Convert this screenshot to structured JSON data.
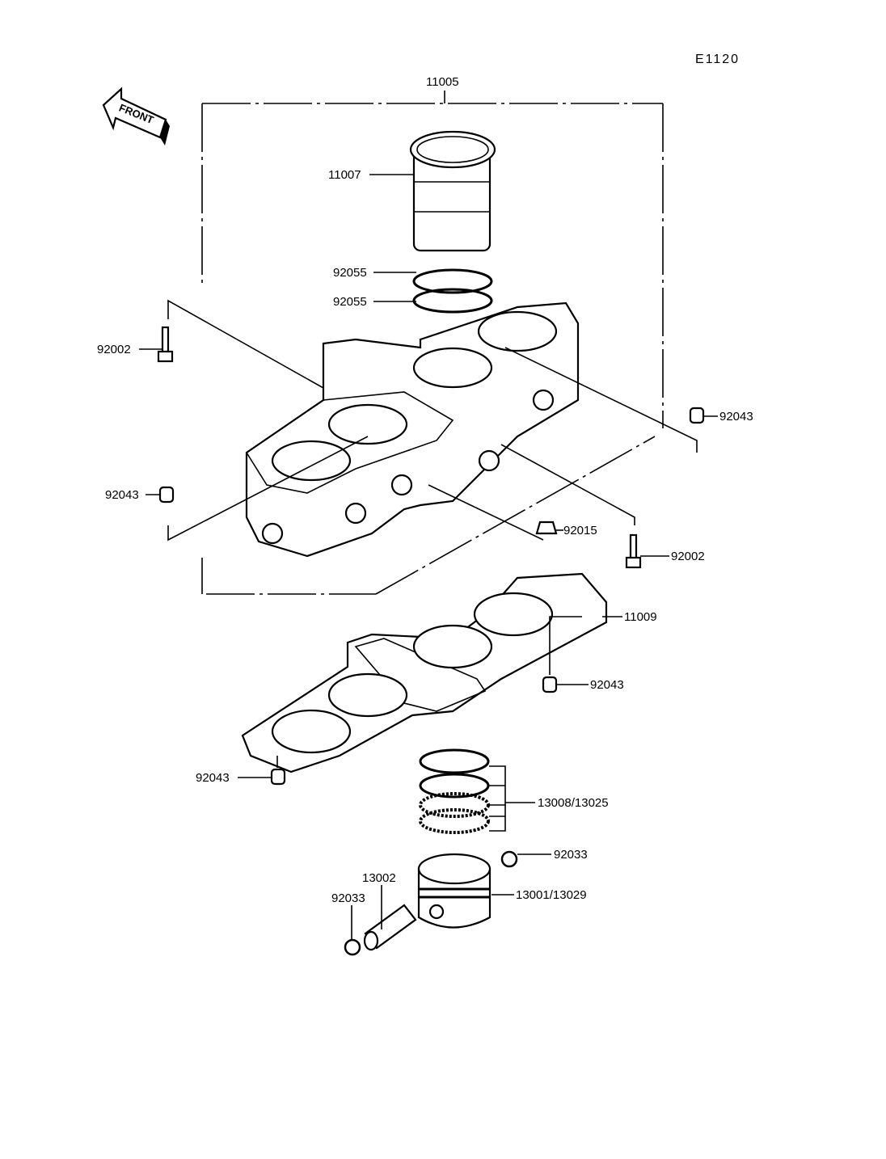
{
  "diagram_code": "E1120",
  "front_label": "FRONT",
  "colors": {
    "line": "#000000",
    "background": "#ffffff"
  },
  "labels": {
    "assembly": "11005",
    "sleeve": "11007",
    "oring_upper": "92055",
    "oring_lower": "92055",
    "bolt_left": "92002",
    "dowel_right": "92043",
    "dowel_left": "92043",
    "cap_nut": "92015",
    "bolt_right": "92002",
    "gasket": "11009",
    "dowel_gasket_right": "92043",
    "dowel_gasket_left": "92043",
    "rings": "13008/13025",
    "clip_right": "92033",
    "pin": "13002",
    "clip_left": "92033",
    "piston": "13001/13029"
  }
}
